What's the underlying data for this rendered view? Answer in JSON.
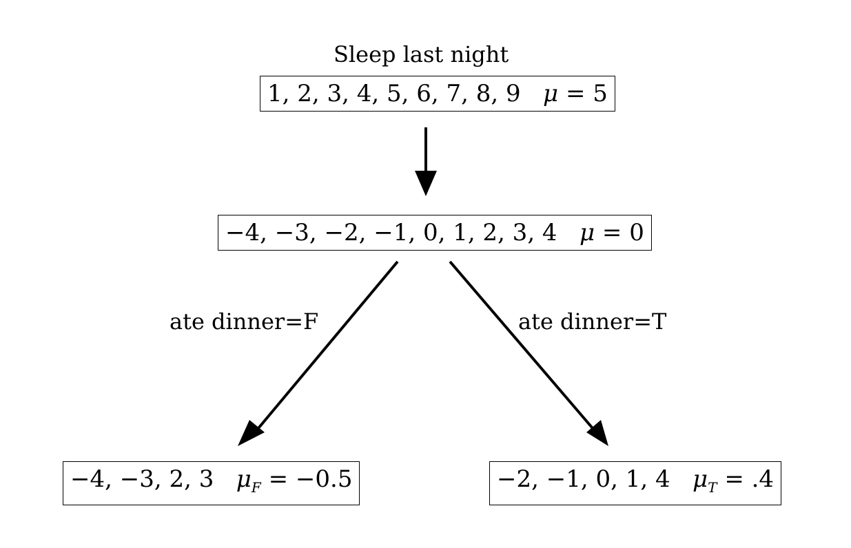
{
  "root": {
    "title": "Sleep last night",
    "values": "1, 2, 3, 4, 5, 6, 7, 8, 9",
    "mean_sym": "μ",
    "mean": "= 5"
  },
  "centered": {
    "values": "−4, −3, −2, −1, 0, 1, 2, 3, 4",
    "mean_sym": "μ",
    "mean": "= 0"
  },
  "left": {
    "edge": "ate dinner=F",
    "values": "−4, −3, 2, 3",
    "mean_sym": "μ",
    "mean_sub": "F",
    "mean": "= −0.5"
  },
  "right": {
    "edge": "ate dinner=T",
    "values": "−2, −1, 0, 1, 4",
    "mean_sym": "μ",
    "mean_sub": "T",
    "mean": "= .4"
  }
}
